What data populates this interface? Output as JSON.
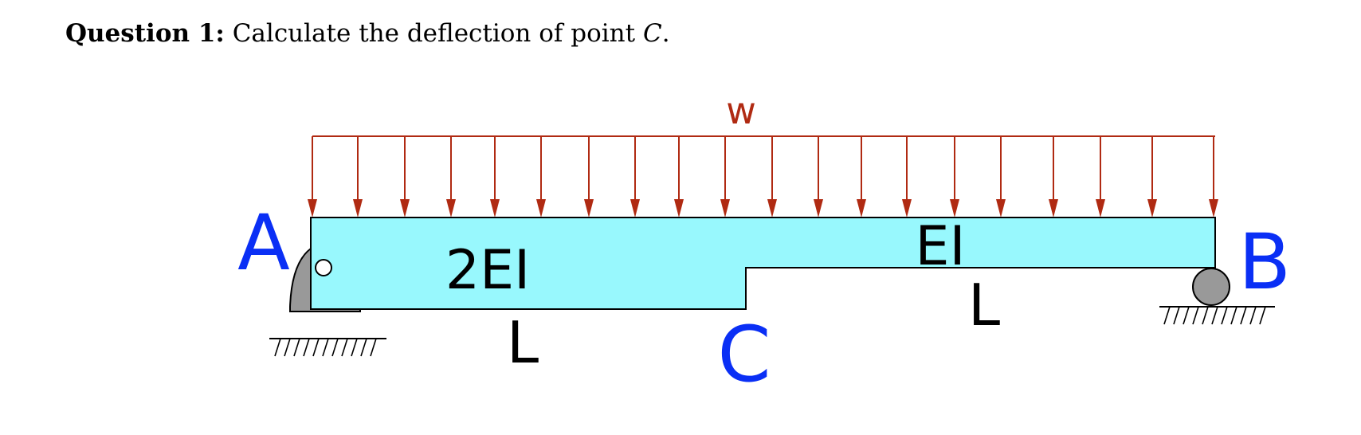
{
  "question": {
    "label": "Question 1:",
    "text_before": "Calculate the deflection of point ",
    "point": "C",
    "text_after": "."
  },
  "diagram": {
    "load_label": "w",
    "support_left_label": "A",
    "support_right_label": "B",
    "point_label": "C",
    "segment_left_stiffness": "2EI",
    "segment_right_stiffness": "EI",
    "segment_left_length": "L",
    "segment_right_length": "L",
    "colors": {
      "beam_fill": "#98f8fd",
      "load_arrows": "#b02a12",
      "labels_points": "#0a2ff5",
      "support_fill": "#999999"
    },
    "icons": {
      "left_support": "pin-support-icon",
      "right_support": "roller-support-icon",
      "load": "distributed-load-arrows"
    }
  }
}
